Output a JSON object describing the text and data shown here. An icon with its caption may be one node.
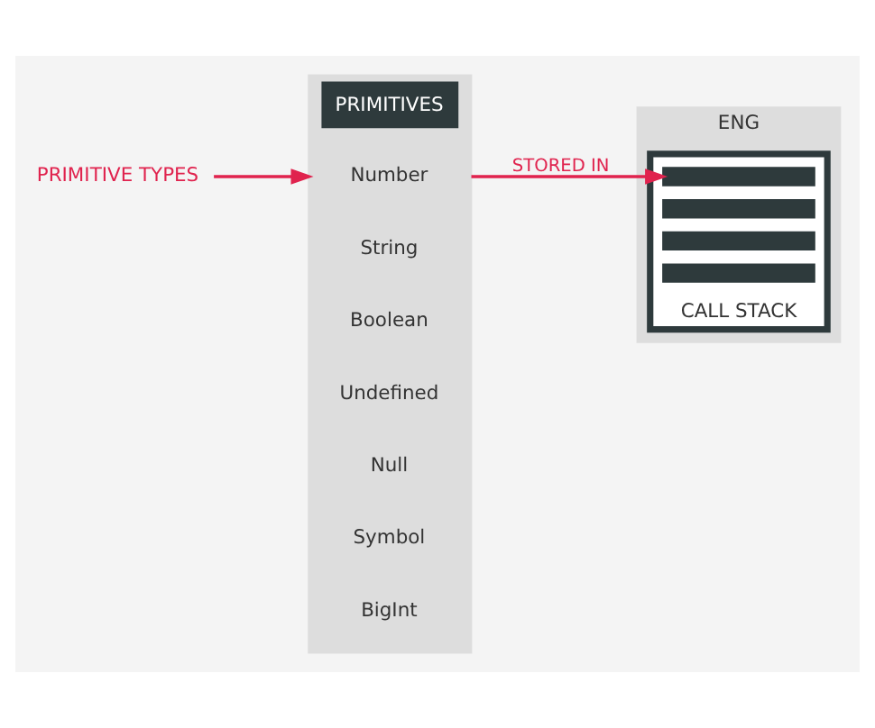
{
  "diagram": {
    "nodes": [
      {
        "text": [
          "PRIMITIVES"
        ]
      },
      {
        "text": [
          "Number"
        ],
        "in": 0
      },
      {
        "text": [
          "String"
        ],
        "in": 0
      },
      {
        "text": [
          "Boolean"
        ],
        "in": 0
      },
      {
        "text": [
          "Undefined"
        ],
        "in": 0
      },
      {
        "text": [
          "Null"
        ],
        "in": 0
      },
      {
        "text": [
          "Symbol"
        ],
        "in": 0
      },
      {
        "text": [
          "BigInt"
        ],
        "in": 0
      },
      {
        "text": [
          "ENG"
        ]
      },
      {
        "text": [],
        "shape": "box",
        "in": 8,
        "beside": [
          "CALL STACK"
        ]
      },
      {
        "text": [],
        "shape": "bar",
        "in": 9
      },
      {
        "text": [],
        "shape": "bar",
        "in": 9
      },
      {
        "text": [],
        "shape": "bar",
        "in": 9
      },
      {
        "text": [],
        "shape": "bar",
        "in": 9
      },
      {
        "text": [
          "PRIMITIVE TYPES"
        ]
      }
    ],
    "edges": [
      {
        "from": 0,
        "to": 10,
        "label": "STORED IN",
        "arrow": "to"
      },
      {
        "from": 14,
        "to": 0,
        "arrow": "to"
      }
    ]
  }
}
